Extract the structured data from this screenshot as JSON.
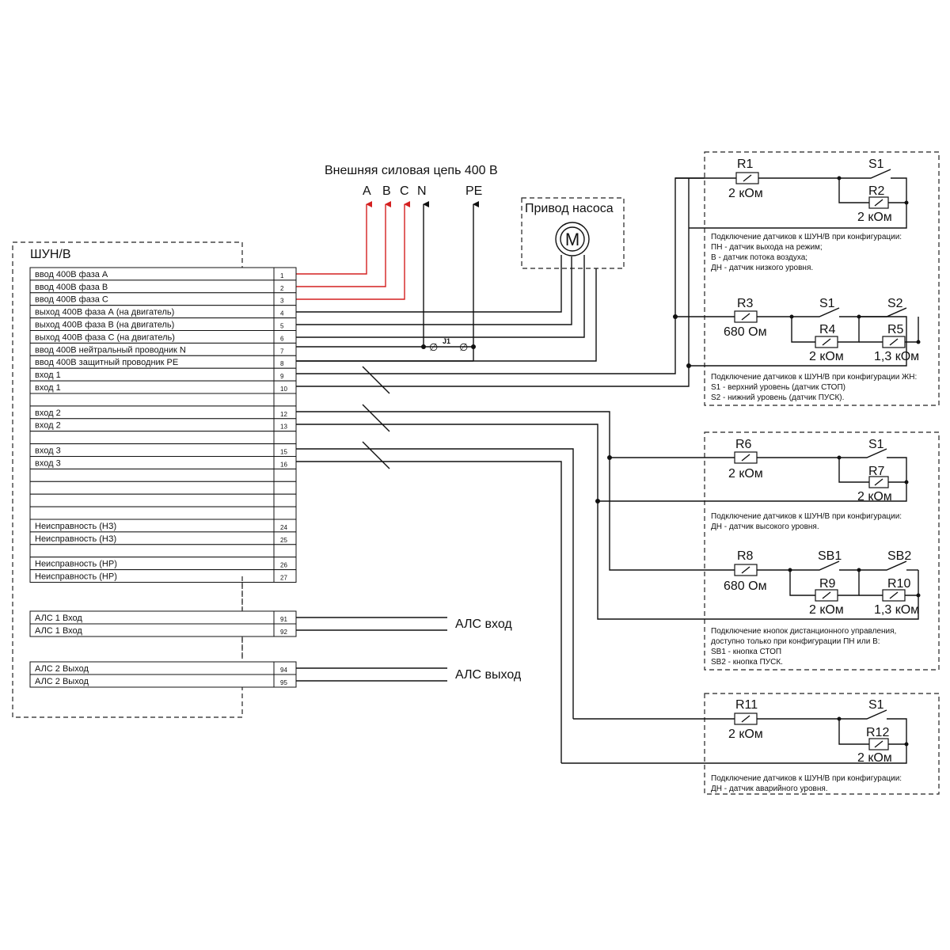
{
  "power": {
    "title": "Внешняя силовая цепь 400 В",
    "a": "A",
    "b": "B",
    "c": "C",
    "n": "N",
    "pe": "PE",
    "jumper": "J1"
  },
  "motor": {
    "title": "Привод насоса",
    "symbol": "M"
  },
  "device": {
    "title": "ШУН/В"
  },
  "terminals": [
    {
      "label": "ввод 400В фаза А",
      "num": "1"
    },
    {
      "label": "ввод 400В фаза В",
      "num": "2"
    },
    {
      "label": "ввод 400В фаза С",
      "num": "3"
    },
    {
      "label": "выход 400В фаза А (на двигатель)",
      "num": "4"
    },
    {
      "label": "выход 400В фаза В (на двигатель)",
      "num": "5"
    },
    {
      "label": "выход 400В фаза С (на двигатель)",
      "num": "6"
    },
    {
      "label": "ввод 400В нейтральный проводник N",
      "num": "7"
    },
    {
      "label": "ввод 400В защитный проводник PE",
      "num": "8"
    },
    {
      "label": "вход 1",
      "num": "9"
    },
    {
      "label": "вход 1",
      "num": "10"
    },
    {
      "label": "",
      "num": ""
    },
    {
      "label": "вход 2",
      "num": "12"
    },
    {
      "label": "вход 2",
      "num": "13"
    },
    {
      "label": "",
      "num": ""
    },
    {
      "label": "вход 3",
      "num": "15"
    },
    {
      "label": "вход 3",
      "num": "16"
    },
    {
      "label": "",
      "num": ""
    },
    {
      "label": "",
      "num": ""
    },
    {
      "label": "",
      "num": ""
    },
    {
      "label": "",
      "num": ""
    },
    {
      "label": "Неисправность (НЗ)",
      "num": "24"
    },
    {
      "label": "Неисправность (НЗ)",
      "num": "25"
    },
    {
      "label": "",
      "num": ""
    },
    {
      "label": "Неисправность (НР)",
      "num": "26"
    },
    {
      "label": "Неисправность (НР)",
      "num": "27"
    }
  ],
  "als_in": {
    "rows": [
      {
        "label": "АЛС 1  Вход",
        "num": "91"
      },
      {
        "label": "АЛС 1  Вход",
        "num": "92"
      }
    ],
    "caption": "АЛС вход"
  },
  "als_out": {
    "rows": [
      {
        "label": "АЛС 2  Выход",
        "num": "94"
      },
      {
        "label": "АЛС 2  Выход",
        "num": "95"
      }
    ],
    "caption": "АЛС выход"
  },
  "box1": {
    "r1": "R1",
    "r1v": "2 кОм",
    "s1": "S1",
    "r2": "R2",
    "r2v": "2 кОм",
    "note": [
      "Подключение датчиков к ШУН/В при конфигурации:",
      "ПН - датчик выхода на режим;",
      "В - датчик потока воздуха;",
      "ДН - датчик низкого уровня."
    ],
    "r3": "R3",
    "r3v": "680 Ом",
    "s1b": "S1",
    "s2": "S2",
    "r4": "R4",
    "r4v": "2 кОм",
    "r5": "R5",
    "r5v": "1,3 кОм",
    "note2": [
      "Подключение датчиков к ШУН/В при конфигурации ЖН:",
      "S1 - верхний уровень (датчик СТОП)",
      "S2 - нижний уровень (датчик ПУСК)."
    ]
  },
  "box2": {
    "r6": "R6",
    "r6v": "2 кОм",
    "s1": "S1",
    "r7": "R7",
    "r7v": "2 кОм",
    "note": [
      "Подключение датчиков к ШУН/В при конфигурации:",
      "ДН - датчик высокого уровня."
    ],
    "r8": "R8",
    "r8v": "680 Ом",
    "sb1": "SB1",
    "sb2": "SB2",
    "r9": "R9",
    "r9v": "2 кОм",
    "r10": "R10",
    "r10v": "1,3 кОм",
    "note2": [
      "Подключение кнопок дистанционного управления,",
      "доступно только при конфигурации ПН или В:",
      "SB1 - кнопка СТОП",
      "SB2 - кнопка ПУСК."
    ]
  },
  "box3": {
    "r11": "R11",
    "r11v": "2 кОм",
    "s1": "S1",
    "r12": "R12",
    "r12v": "2 кОм",
    "note": [
      "Подключение датчиков к ШУН/В при конфигурации:",
      "ДН - датчик аварийного уровня."
    ]
  }
}
